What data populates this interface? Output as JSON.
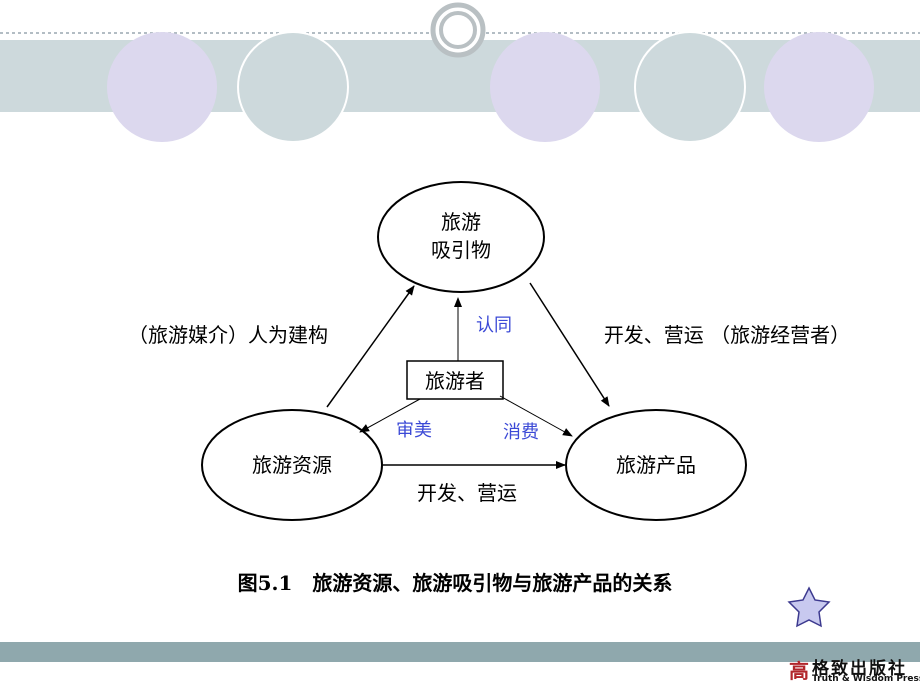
{
  "nodes": {
    "attraction": [
      "旅游",
      "吸引物"
    ],
    "resource": "旅游资源",
    "product": "旅游产品",
    "tourist": "旅游者"
  },
  "edge_labels": {
    "left": "（旅游媒介）人为建构",
    "right": "开发、营运 （旅游经营者）",
    "bottom": "开发、营运",
    "recognition": "认同",
    "aesthetic": "审美",
    "consumption": "消费"
  },
  "caption": "图5.1　旅游资源、旅游吸引物与旅游产品的关系",
  "publisher": {
    "mark": "高",
    "name": "格致出版社",
    "english": "Truth & Wisdom Press"
  },
  "colors": {
    "band": "#cdd9dc",
    "circle_fill": "#dcd8ee",
    "circle_stroke": "#ffffff",
    "label_blue": "#3b49d6",
    "star": "#c8c9ef",
    "bottom_bar": "#8fa8ad"
  }
}
